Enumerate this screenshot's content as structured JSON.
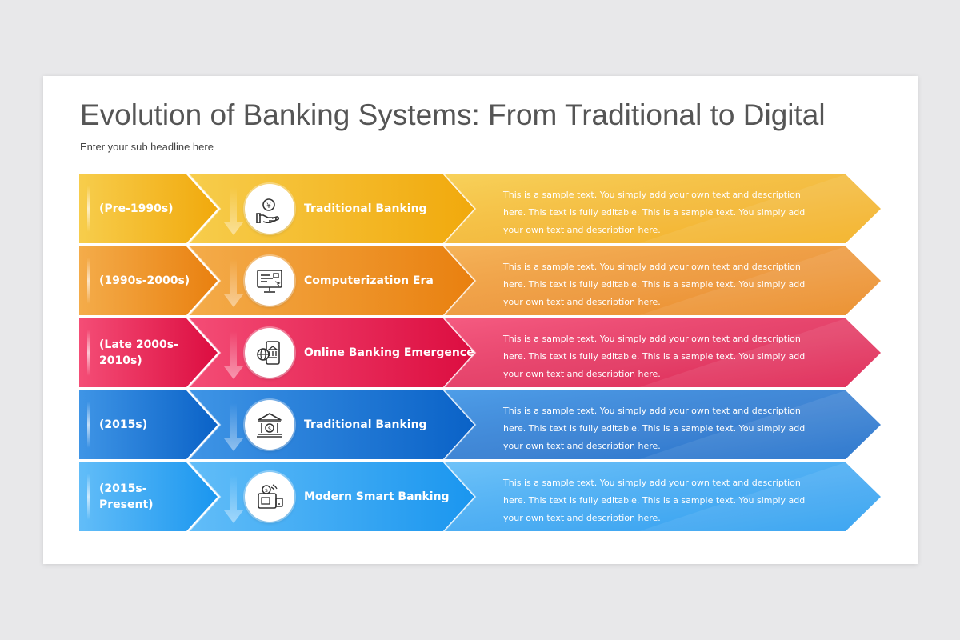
{
  "title": "Evolution of Banking Systems: From Traditional to Digital",
  "subtitle": "Enter your sub headline here",
  "rows": [
    {
      "period": "(Pre-1990s)",
      "stage": "Traditional Banking",
      "icon": "coin-hand-icon",
      "color_dark": "#f1a90c",
      "color_light": "#f7cd4c",
      "description": "This is a sample text. You simply add your own text and description here. This text is fully editable. This is a sample text. You simply add your own text and description here."
    },
    {
      "period": "(1990s-2000s)",
      "stage": "Computerization Era",
      "icon": "computer-monitor-icon",
      "color_dark": "#e9800f",
      "color_light": "#f4ac4a",
      "description": "This is a sample text. You simply add your own text and description here. This text is fully editable. This is a sample text. You simply add your own text and description here."
    },
    {
      "period": "(Late 2000s-2010s)",
      "stage": "Online Banking Emergence",
      "icon": "online-bank-globe-icon",
      "color_dark": "#dc0d40",
      "color_light": "#f44d76",
      "description": "This is a sample text. You simply add your own text and description here. This text is fully editable. This is a sample text. You simply add your own text and description here."
    },
    {
      "period": "(2015s)",
      "stage": "Traditional Banking",
      "icon": "bank-building-icon",
      "color_dark": "#0a62c7",
      "color_light": "#3f95e6",
      "description": "This is a sample text. You simply add your own text and description here. This text is fully editable. This is a sample text. You simply add your own text and description here."
    },
    {
      "period": "(2015s-Present)",
      "stage": "Modern Smart Banking",
      "icon": "smart-banking-device-icon",
      "color_dark": "#1a96ef",
      "color_light": "#62bdf8",
      "description": "This is a sample text. You simply add your own text and description here. This text is fully editable. This is a sample text. You simply add your own text and description here."
    }
  ]
}
